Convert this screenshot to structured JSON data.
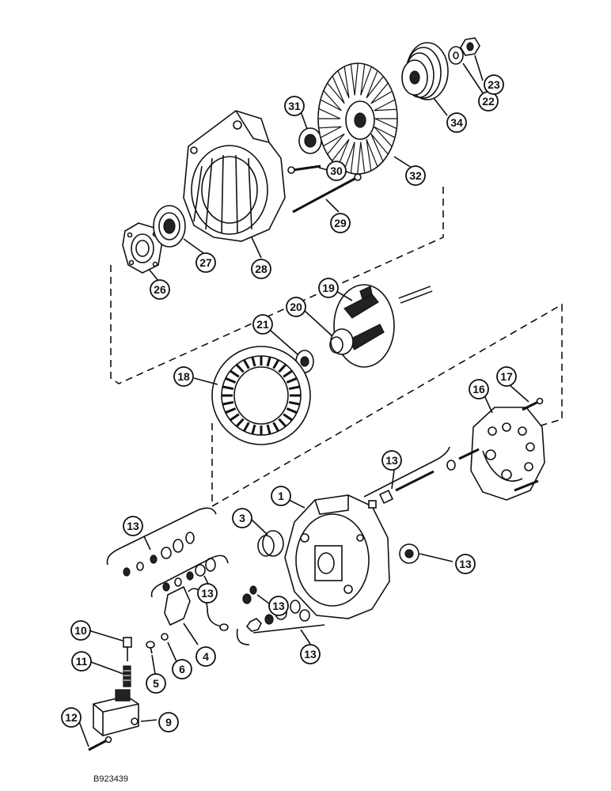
{
  "diagram": {
    "drawing_code": "B923439",
    "callouts": [
      {
        "id": "c1",
        "label": "1"
      },
      {
        "id": "c3",
        "label": "3"
      },
      {
        "id": "c4",
        "label": "4"
      },
      {
        "id": "c5",
        "label": "5"
      },
      {
        "id": "c6",
        "label": "6"
      },
      {
        "id": "c9",
        "label": "9"
      },
      {
        "id": "c10",
        "label": "10"
      },
      {
        "id": "c11",
        "label": "11"
      },
      {
        "id": "c12",
        "label": "12"
      },
      {
        "id": "c13a",
        "label": "13"
      },
      {
        "id": "c13b",
        "label": "13"
      },
      {
        "id": "c13c",
        "label": "13"
      },
      {
        "id": "c13d",
        "label": "13"
      },
      {
        "id": "c13e",
        "label": "13"
      },
      {
        "id": "c13f",
        "label": "13"
      },
      {
        "id": "c16",
        "label": "16"
      },
      {
        "id": "c17",
        "label": "17"
      },
      {
        "id": "c18",
        "label": "18"
      },
      {
        "id": "c19",
        "label": "19"
      },
      {
        "id": "c20",
        "label": "20"
      },
      {
        "id": "c21",
        "label": "21"
      },
      {
        "id": "c22",
        "label": "22"
      },
      {
        "id": "c23",
        "label": "23"
      },
      {
        "id": "c26",
        "label": "26"
      },
      {
        "id": "c27",
        "label": "27"
      },
      {
        "id": "c28",
        "label": "28"
      },
      {
        "id": "c29",
        "label": "29"
      },
      {
        "id": "c30",
        "label": "30"
      },
      {
        "id": "c31",
        "label": "31"
      },
      {
        "id": "c32",
        "label": "32"
      },
      {
        "id": "c34",
        "label": "34"
      }
    ]
  }
}
